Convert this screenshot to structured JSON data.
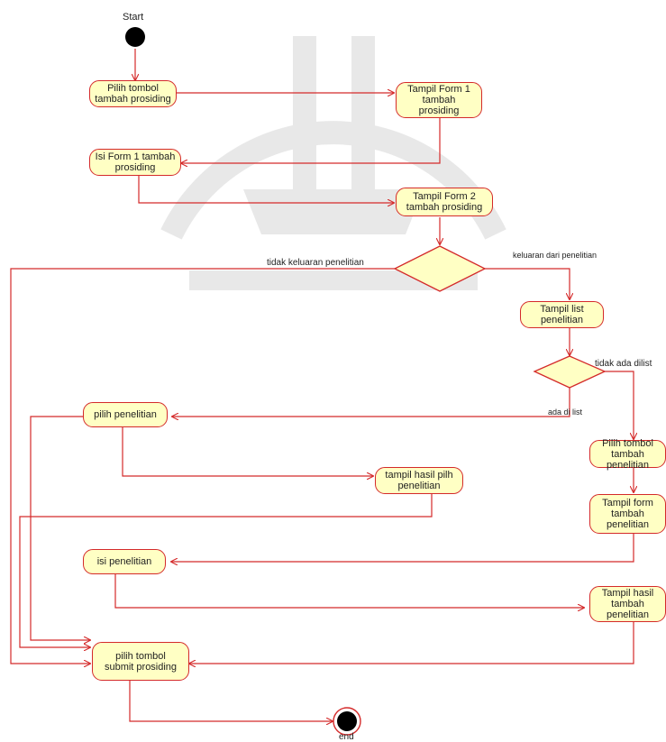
{
  "colors": {
    "line": "#d42a2a",
    "fill": "#ffffc4",
    "node": "#000000",
    "watermark": "#9a9a9a"
  },
  "labels": {
    "start": "Start",
    "end": "end"
  },
  "actions": {
    "a1": "Pilih tombol\ntambah prosiding",
    "a2": "Tampil Form 1\ntambah\nprosiding",
    "a3": "Isi Form 1 tambah\nprosiding",
    "a4": "Tampil Form 2\ntambah prosiding",
    "a5": "Tampil list\npenelitian",
    "a6": "pilih penelitian",
    "a7": "tampil hasil pilh\npenelitian",
    "a8": "Pilih tombol\ntambah\npenelitian",
    "a9": "Tampil form\ntambah\npenelitian",
    "a10": "isi penelitian",
    "a11": "Tampil hasil\ntambah\npenelitian",
    "a12": "pilih tombol\nsubmit prosiding"
  },
  "guards": {
    "g1": "tidak keluaran penelitian",
    "g2": "keluaran dari penelitian",
    "g3": "tidak ada dilist",
    "g4": "ada di list"
  }
}
